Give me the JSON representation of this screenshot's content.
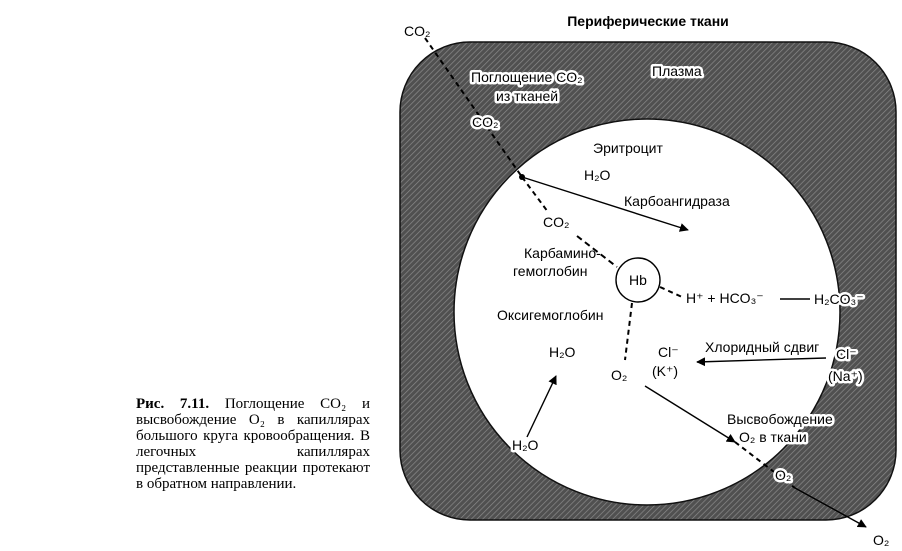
{
  "title": "Периферические ткани",
  "labels": {
    "plasma": "Плазма",
    "erythrocyte": "Эритроцит",
    "co2_top": "CO₂",
    "uptake_line1": "Поглощение CO₂",
    "uptake_line2": "из тканей",
    "co2_membrane": "CO₂",
    "h2o_inside": "H₂O",
    "carbonic_anhydrase": "Карбоангидраза",
    "co2_inner": "CO₂",
    "carbamino_line1": "Карбамино-",
    "carbamino_line2": "гемоглобин",
    "hb": "Hb",
    "h_hco3": "H⁺ + HCO₃⁻",
    "h2co3": "H₂CO₃⁻",
    "oxyhemoglobin": "Оксигемоглобин",
    "h2o_right": "H₂O",
    "cl_k_line1": "Cl⁻",
    "cl_k_line2": "(K⁺)",
    "chloride_shift": "Хлоридный сдвиг",
    "cl_na_line1": "Cl⁻",
    "cl_na_line2": "(Na⁺)",
    "o2_inner": "O₂",
    "release_line1": "Высвобождение",
    "release_line2": "O₂ в ткани",
    "h2o_outside": "H₂O",
    "o2_membrane": "O₂",
    "o2_bottom": "O₂"
  },
  "caption": {
    "figure_number": "Рис. 7.11.",
    "text": "Поглощение CO₂ и высвобождение O₂ в капиллярах большого круга кровообращения. В легочных капиллярах представленные реакции протекают в обратном направлении."
  },
  "colors": {
    "tissue_fill": "#505050",
    "hatch_line": "#8a8a8a",
    "cell_fill": "#ffffff",
    "ink": "#000000"
  }
}
